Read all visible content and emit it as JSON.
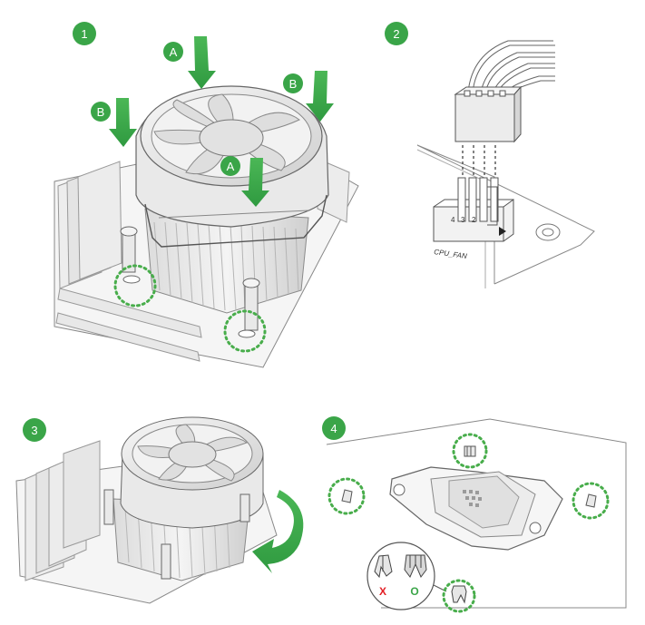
{
  "colors": {
    "accent": "#3aa548",
    "accent_dark": "#2a8b3a",
    "dotted": "#48ad4b",
    "x_mark": "#e31e24",
    "o_mark": "#3aa548",
    "line": "#555555",
    "board": "#f1f1f1",
    "fan_face": "#e6e6e6"
  },
  "steps": [
    {
      "number": "1"
    },
    {
      "number": "2"
    },
    {
      "number": "3"
    },
    {
      "number": "4"
    }
  ],
  "panel1": {
    "arrows": [
      {
        "label": "A"
      },
      {
        "label": "B"
      },
      {
        "label": "B"
      },
      {
        "label": "A"
      }
    ]
  },
  "panel2": {
    "connector_label": "CPU_FAN",
    "pins": [
      "4",
      "3",
      "2"
    ]
  },
  "panel4": {
    "wrong_mark": "X",
    "right_mark": "O"
  }
}
